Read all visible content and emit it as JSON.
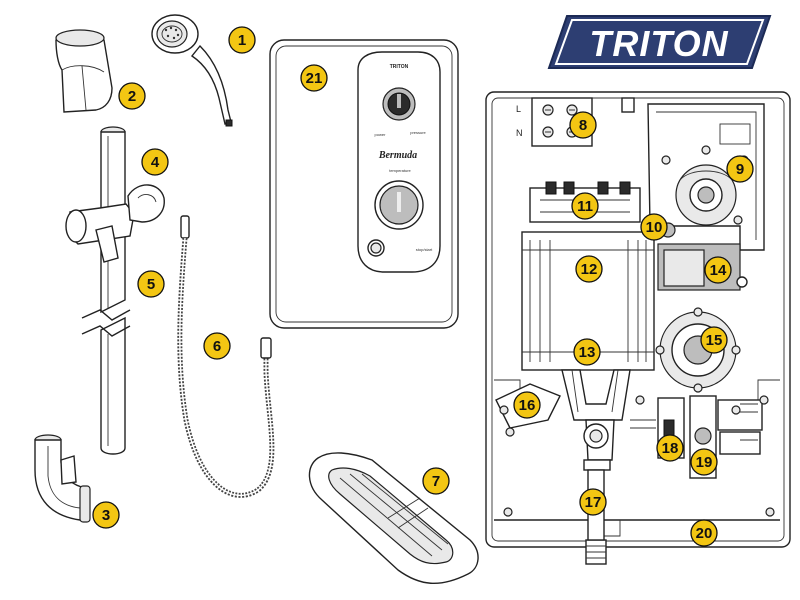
{
  "logo": {
    "text": "TRITON",
    "colors": {
      "badge": "#2d3e72",
      "badge_border": "#1c2a55",
      "letters": "#ffffff"
    }
  },
  "unit_panel": {
    "brand": "TRITON",
    "model": "Bermuda",
    "labels": {
      "power": "power",
      "pressure": "pressure",
      "temperature": "temperature",
      "stop_start": "stop/start"
    }
  },
  "colors": {
    "callout_fill": "#f3c613",
    "callout_stroke": "#111111"
  },
  "callouts": [
    {
      "id": "1",
      "label": "1"
    },
    {
      "id": "2",
      "label": "2"
    },
    {
      "id": "3",
      "label": "3"
    },
    {
      "id": "4",
      "label": "4"
    },
    {
      "id": "5",
      "label": "5"
    },
    {
      "id": "6",
      "label": "6"
    },
    {
      "id": "7",
      "label": "7"
    },
    {
      "id": "8",
      "label": "8"
    },
    {
      "id": "9",
      "label": "9"
    },
    {
      "id": "10",
      "label": "10"
    },
    {
      "id": "11",
      "label": "11"
    },
    {
      "id": "12",
      "label": "12"
    },
    {
      "id": "13",
      "label": "13"
    },
    {
      "id": "14",
      "label": "14"
    },
    {
      "id": "15",
      "label": "15"
    },
    {
      "id": "16",
      "label": "16"
    },
    {
      "id": "17",
      "label": "17"
    },
    {
      "id": "18",
      "label": "18"
    },
    {
      "id": "19",
      "label": "19"
    },
    {
      "id": "20",
      "label": "20"
    },
    {
      "id": "21",
      "label": "21"
    }
  ],
  "terminal_labels": {
    "live": "L",
    "neutral": "N"
  }
}
